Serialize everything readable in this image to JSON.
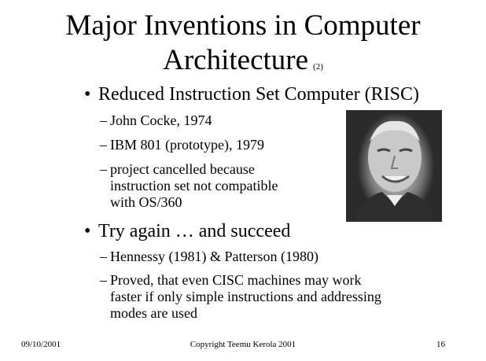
{
  "title": {
    "line1": "Major Inventions in Computer",
    "line2": "Architecture",
    "suffix": "(2)"
  },
  "bullets": [
    {
      "text": "Reduced Instruction Set Computer (RISC)",
      "sub": [
        [
          "John Cocke, 1974"
        ],
        [
          "IBM 801 (prototype), 1979"
        ],
        [
          "project cancelled because",
          "instruction set not compatible",
          "with OS/360"
        ]
      ]
    },
    {
      "text": "Try again … and succeed",
      "sub": [
        [
          "Hennessy (1981) & Patterson (1980)"
        ],
        [
          "Proved, that even CISC machines may work",
          "faster if only simple instructions and addressing",
          "modes are used"
        ]
      ]
    }
  ],
  "bullet_symbol": "•",
  "dash_symbol": "–",
  "footer": {
    "date": "09/10/2001",
    "copyright": "Copyright Teemu Kerola 2001",
    "page": "16"
  }
}
